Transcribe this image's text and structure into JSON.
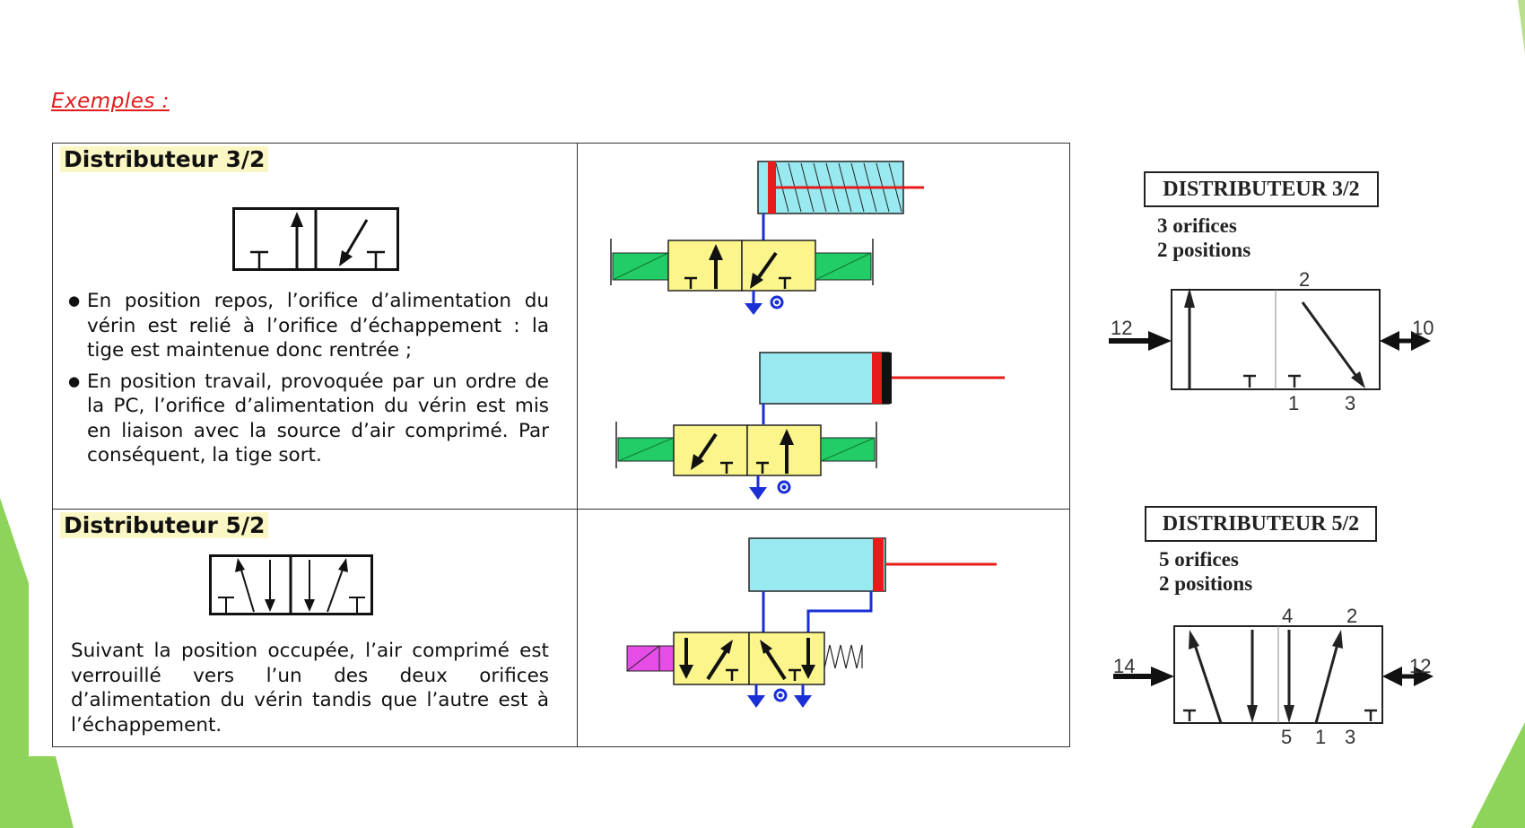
{
  "heading": "Exemples :",
  "rows": [
    {
      "title": "Distributeur 3/2",
      "bullets": [
        "En position repos, l’orifice d’alimentation du vérin est relié à l’orifice d’échappement : la tige est maintenue donc rentrée ;",
        "En position travail, provoquée par un ordre de la PC, l’orifice d’alimentation du vérin est mis en liaison avec la source d’air comprimé. Par conséquent, la tige sort."
      ]
    },
    {
      "title": "Distributeur 5/2",
      "paragraph": "Suivant la position occupée, l’air comprimé est verrouillé vers l’un des deux orifices d’alimentation du vérin tandis que l’autre est à l’échappement."
    }
  ],
  "spec_32": {
    "title": "DISTRIBUTEUR 3/2",
    "lines": [
      "3 orifices",
      "2 positions"
    ],
    "ports": {
      "left_pilot": "12",
      "right_pilot": "10",
      "top": "2",
      "bottom_left": "1",
      "bottom_right": "3"
    }
  },
  "spec_52": {
    "title": "DISTRIBUTEUR 5/2",
    "lines": [
      "5 orifices",
      "2 positions"
    ],
    "ports": {
      "left_pilot": "14",
      "right_pilot": "12",
      "top_left": "4",
      "top_right": "2",
      "bottom_left": "5",
      "bottom_mid": "1",
      "bottom_right": "3"
    }
  },
  "colors": {
    "heading": "#e01b1b",
    "valve_fill": "#fbf58c",
    "cylinder_fill": "#99eaf0",
    "solenoid_fill": "#22cc66",
    "pilot_fill": "#e64ce6",
    "rod": "#e81b1b",
    "pipe": "#1a2fd6",
    "accent_green": "#8fd45a"
  }
}
